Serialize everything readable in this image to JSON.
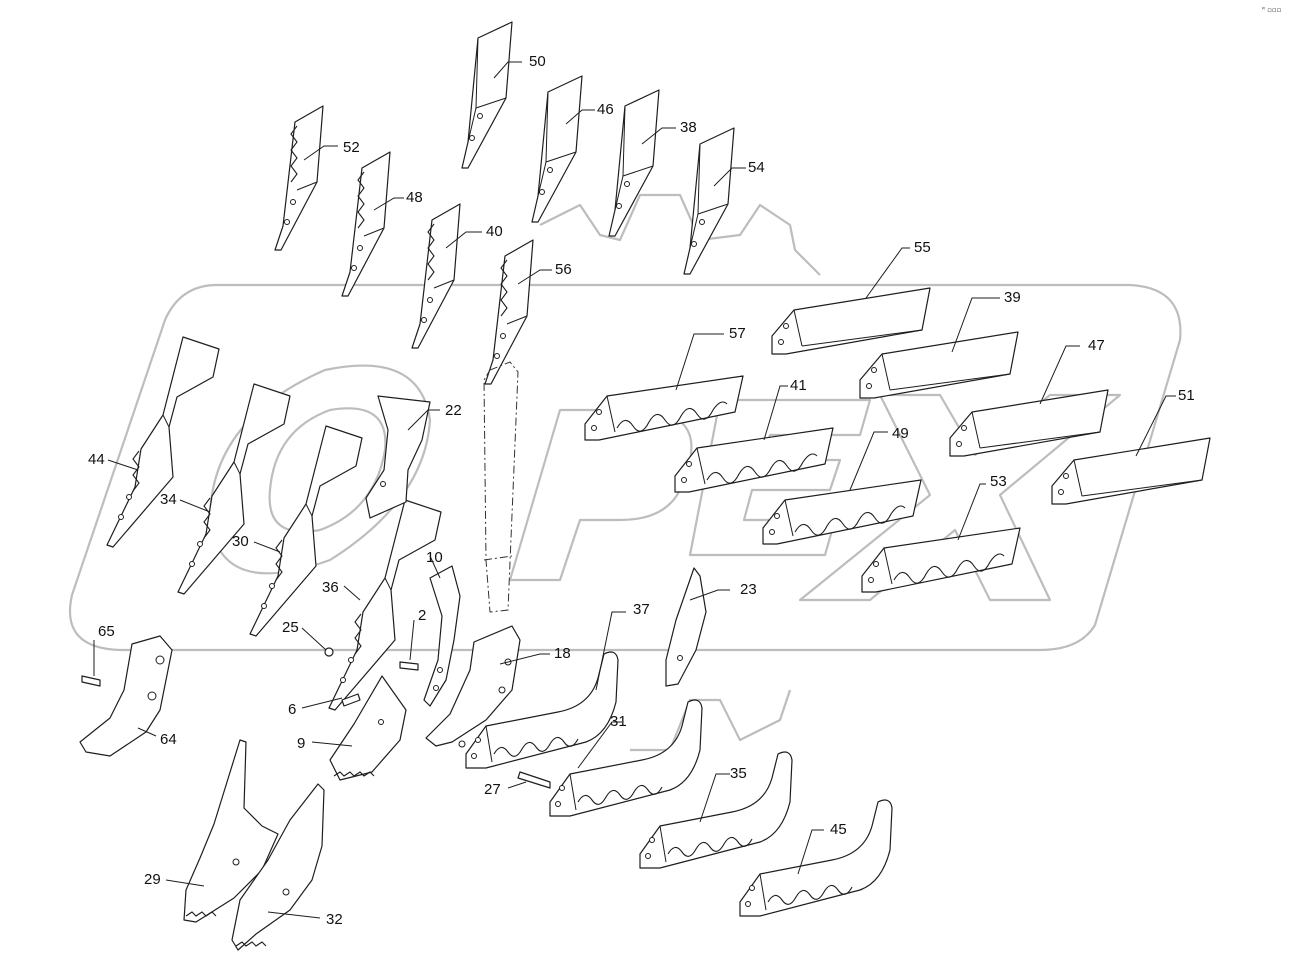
{
  "corner_mark": "ᴿ ▫▫▫",
  "callouts": [
    "2",
    "6",
    "9",
    "10",
    "18",
    "22",
    "23",
    "25",
    "27",
    "29",
    "30",
    "31",
    "32",
    "34",
    "35",
    "36",
    "37",
    "38",
    "39",
    "40",
    "41",
    "44",
    "45",
    "46",
    "47",
    "48",
    "49",
    "50",
    "51",
    "52",
    "53",
    "54",
    "55",
    "56",
    "57",
    "64",
    "65"
  ],
  "colors": {
    "line": "#1e1e1e",
    "watermark": "#bdbdbd",
    "background": "#ffffff"
  }
}
